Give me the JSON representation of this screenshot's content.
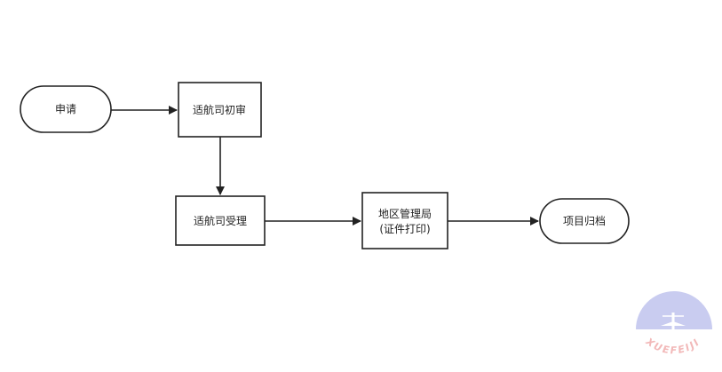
{
  "diagram": {
    "nodes": {
      "apply": {
        "label": "申请",
        "shape": "terminator"
      },
      "initial_review": {
        "label": "适航司初审",
        "shape": "process"
      },
      "acceptance": {
        "label": "适航司受理",
        "shape": "process"
      },
      "regional_bureau": {
        "line1": "地区管理局",
        "line2": "(证件打印)",
        "shape": "process"
      },
      "archive": {
        "label": "项目归档",
        "shape": "terminator"
      }
    },
    "edges": [
      {
        "from": "apply",
        "to": "initial_review"
      },
      {
        "from": "initial_review",
        "to": "acceptance"
      },
      {
        "from": "acceptance",
        "to": "regional_bureau"
      },
      {
        "from": "regional_bureau",
        "to": "archive"
      }
    ]
  },
  "watermark": {
    "text": "XUEFEIJI",
    "color": "#c9ccf0",
    "text_color": "#f2b8b8",
    "icon": "airplane-icon"
  }
}
